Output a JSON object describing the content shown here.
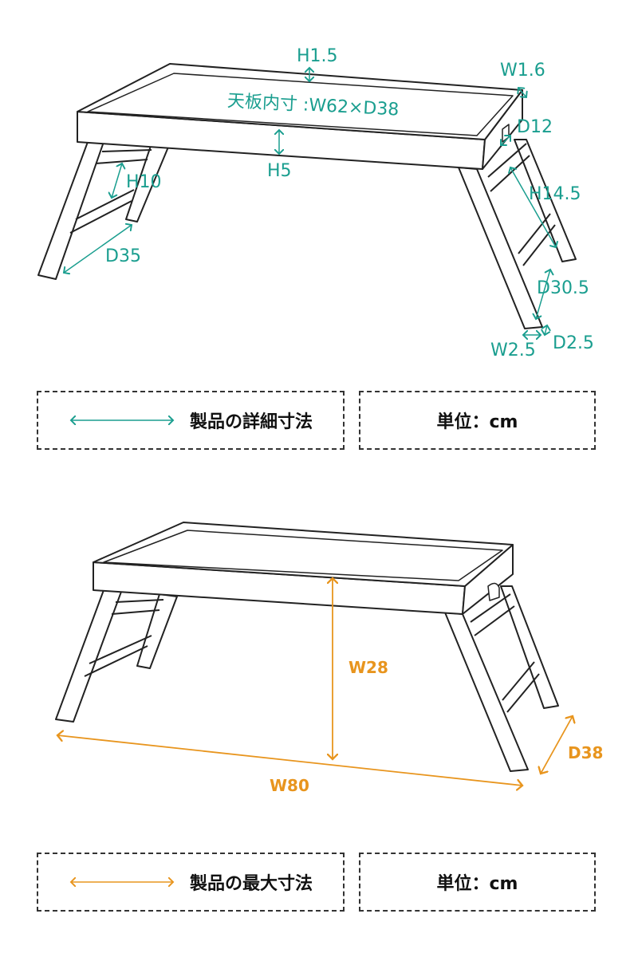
{
  "colors": {
    "detail": "#1a9e8f",
    "max": "#e8951e",
    "line": "#222222"
  },
  "detail": {
    "labels": {
      "h1_5": "H1.5",
      "w1_6": "W1.6",
      "inner": "天板内寸 :W62×D38",
      "d12": "D12",
      "h5": "H5",
      "h10": "H10",
      "h14_5": "H14.5",
      "d35": "D35",
      "d30_5": "D30.5",
      "w2_5": "W2.5",
      "d2_5": "D2.5"
    },
    "legend": "製品の詳細寸法",
    "unit": "単位：cm"
  },
  "max": {
    "labels": {
      "w28": "W28",
      "w80": "W80",
      "d38": "D38"
    },
    "legend": "製品の最大寸法",
    "unit": "単位：cm"
  }
}
